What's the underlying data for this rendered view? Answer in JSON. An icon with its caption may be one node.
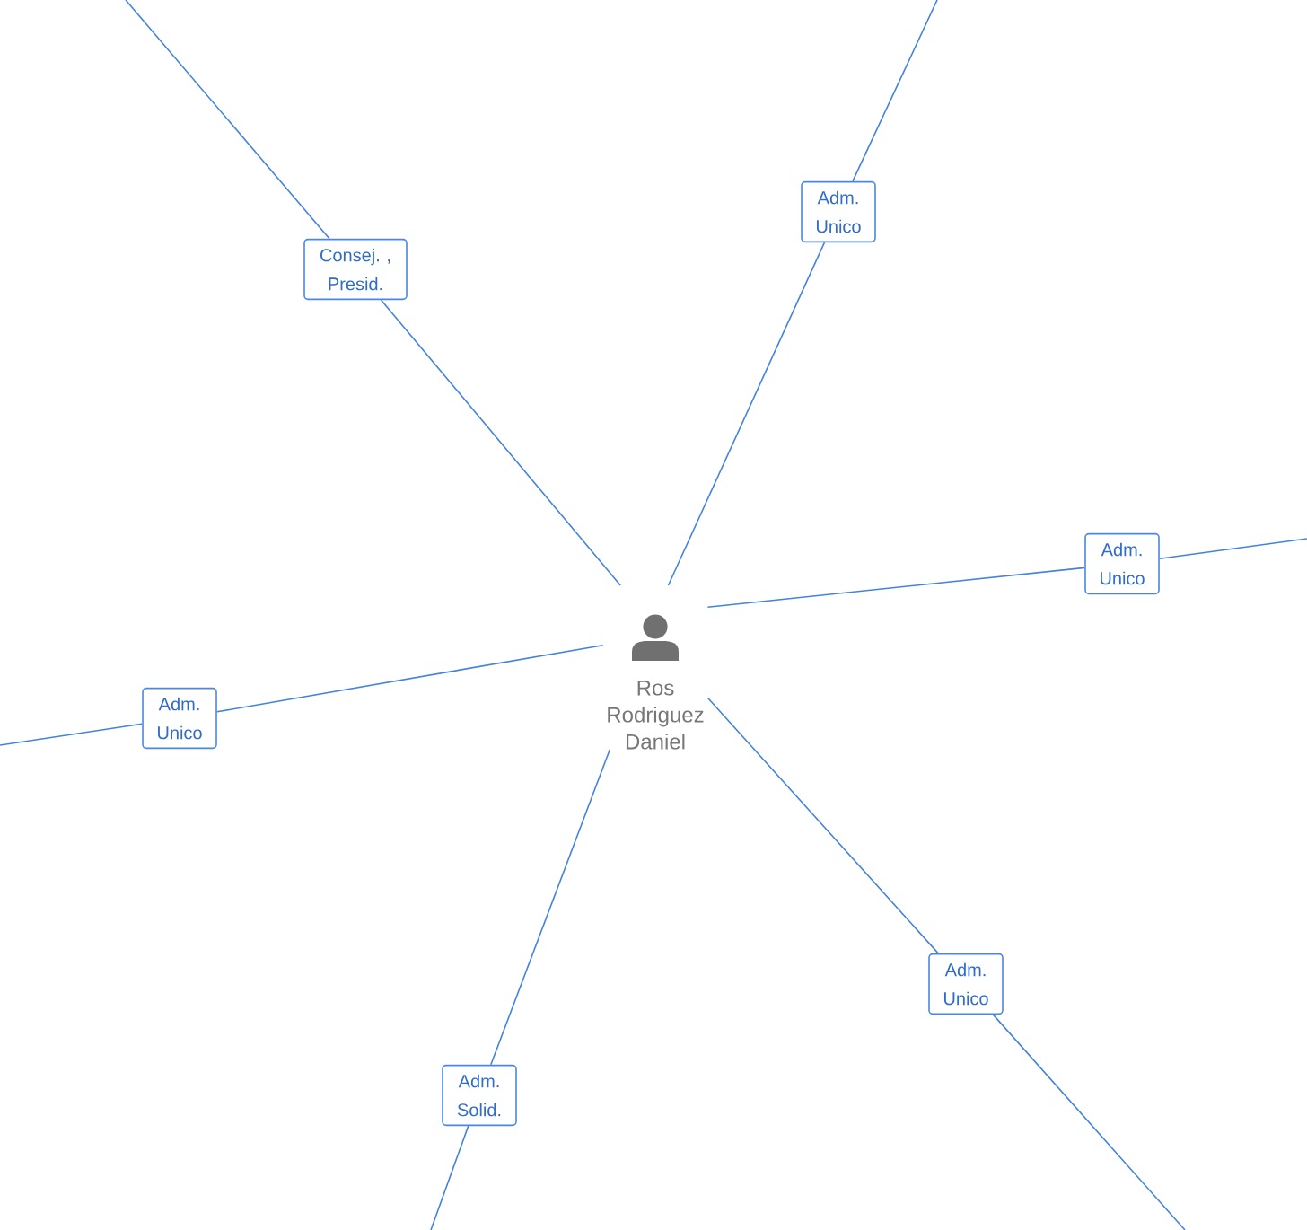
{
  "diagram": {
    "nodes": [
      {
        "text": [
          "Ros Rodriguez Daniel"
        ]
      },
      {
        "text": [
          "Adm. Unico"
        ]
      },
      {
        "text": [
          "Consej. , Presid."
        ]
      },
      {
        "text": [
          "Adm. Unico"
        ]
      },
      {
        "text": [
          "Adm. Unico"
        ]
      },
      {
        "text": [
          "Adm. Unico"
        ]
      },
      {
        "text": [
          "Adm. Solid."
        ]
      }
    ],
    "edges": [
      {
        "from": 0,
        "to": 1,
        "arrow": "none"
      },
      {
        "from": 1,
        "to": null,
        "arrow": "none"
      },
      {
        "from": 0,
        "to": 2,
        "arrow": "none"
      },
      {
        "from": 2,
        "to": null,
        "arrow": "none"
      },
      {
        "from": 0,
        "to": 3,
        "arrow": "none"
      },
      {
        "from": 3,
        "to": null,
        "arrow": "none"
      },
      {
        "from": 0,
        "to": 4,
        "arrow": "none"
      },
      {
        "from": 4,
        "to": null,
        "arrow": "none"
      },
      {
        "from": 0,
        "to": 5,
        "arrow": "none"
      },
      {
        "from": 5,
        "to": null,
        "arrow": "none"
      },
      {
        "from": 0,
        "to": 6,
        "arrow": "none"
      },
      {
        "from": 6,
        "to": null,
        "arrow": "none"
      }
    ]
  }
}
